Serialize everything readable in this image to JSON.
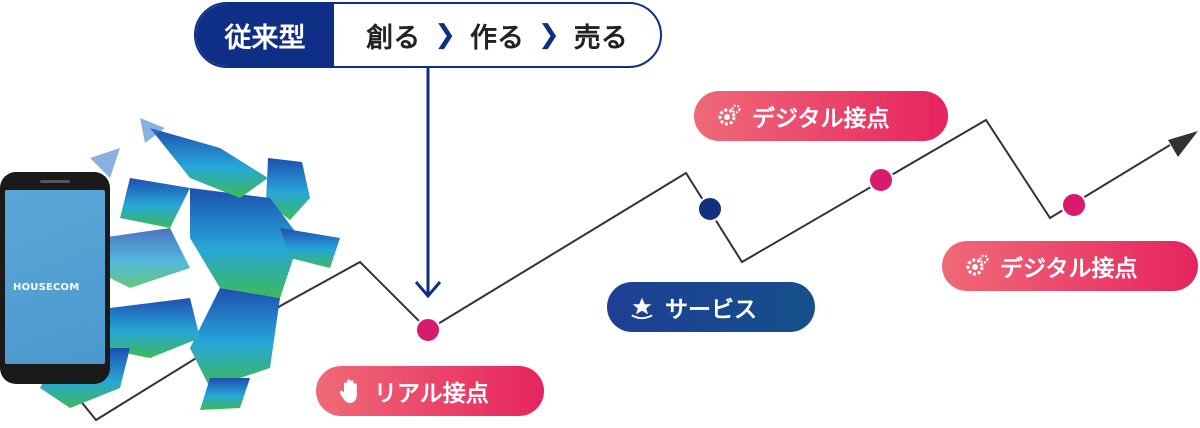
{
  "header": {
    "tag": "従来型",
    "steps": [
      "創る",
      "作る",
      "売る"
    ],
    "separator": "›"
  },
  "phone": {
    "brand": "HOUSECOM"
  },
  "badges": {
    "real": "リアル接点",
    "service": "サービス",
    "digital_1": "デジタル接点",
    "digital_2": "デジタル接点"
  },
  "colors": {
    "navy": "#0f2f86",
    "pink": "#e6245f",
    "line": "#333333",
    "dot_pink": "#d81b6f",
    "dot_navy": "#13307f"
  },
  "icons": {
    "real": "hand-icon",
    "service": "star-service-icon",
    "digital": "gear-icon"
  }
}
